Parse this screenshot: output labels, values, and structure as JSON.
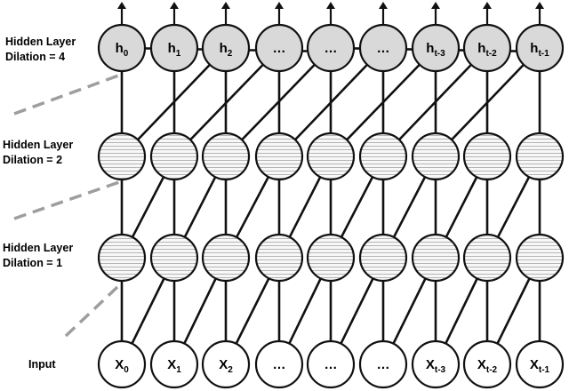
{
  "labels": {
    "hidden4": {
      "line1": "Hidden Layer",
      "line2": "Dilation = 4"
    },
    "hidden2": {
      "line1": "Hidden Layer",
      "line2": "Dilation = 2"
    },
    "hidden1": {
      "line1": "Hidden Layer",
      "line2": "Dilation = 1"
    },
    "input": "Input"
  },
  "output_nodes": [
    {
      "main": "h",
      "sub": "0"
    },
    {
      "main": "h",
      "sub": "1"
    },
    {
      "main": "h",
      "sub": "2"
    },
    {
      "main": "…",
      "sub": ""
    },
    {
      "main": "…",
      "sub": ""
    },
    {
      "main": "…",
      "sub": ""
    },
    {
      "main": "h",
      "sub": "t-3"
    },
    {
      "main": "h",
      "sub": "t-2"
    },
    {
      "main": "h",
      "sub": "t-1"
    }
  ],
  "input_nodes": [
    {
      "main": "X",
      "sub": "0"
    },
    {
      "main": "X",
      "sub": "1"
    },
    {
      "main": "X",
      "sub": "2"
    },
    {
      "main": "…",
      "sub": ""
    },
    {
      "main": "…",
      "sub": ""
    },
    {
      "main": "…",
      "sub": ""
    },
    {
      "main": "X",
      "sub": "t-3"
    },
    {
      "main": "X",
      "sub": "t-2"
    },
    {
      "main": "X",
      "sub": "t-1"
    }
  ],
  "colors": {
    "output_fill": "#d9d9d9",
    "hidden_fill": "#f7f7f7",
    "hidden_stripe": "#b5b5b5",
    "input_fill": "#ffffff",
    "stroke": "#111111",
    "dashed": "#9e9e9e"
  }
}
